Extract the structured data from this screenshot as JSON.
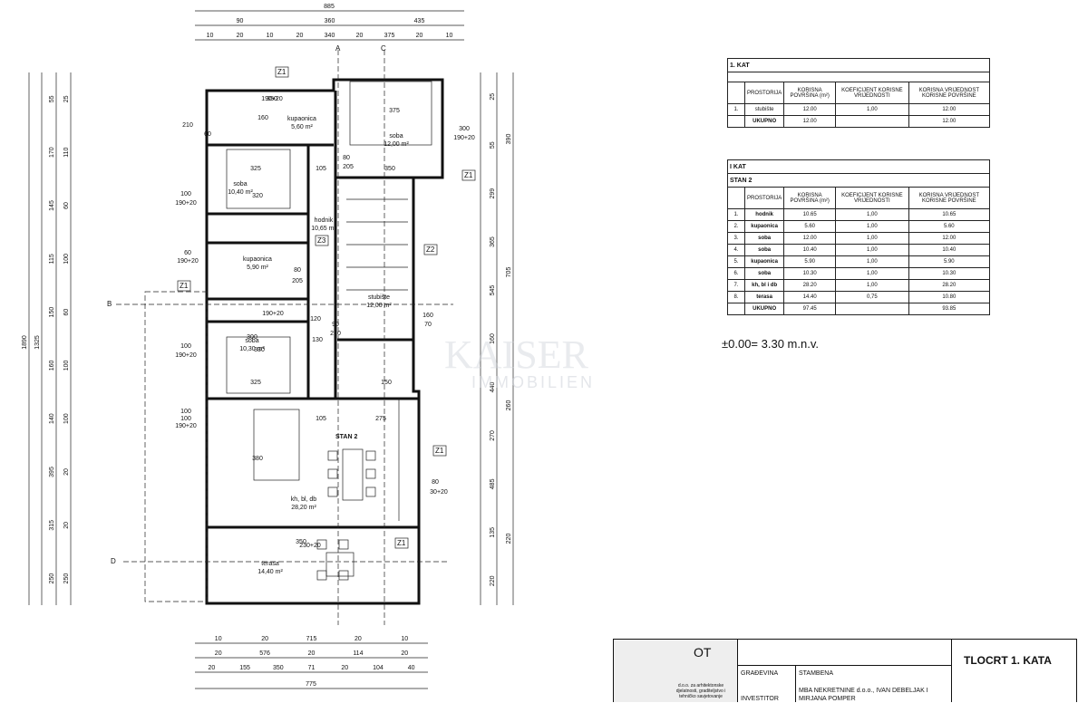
{
  "drawing_title": "TLOCRT 1. KATA",
  "level_note": "±0.00= 3.30 m.n.v.",
  "dims": {
    "top_total": "885",
    "top_row2": [
      "90",
      "360",
      "435"
    ],
    "top_row3": [
      "10",
      "20",
      "10",
      "20",
      "340",
      "20",
      "375",
      "20",
      "10"
    ],
    "bottom_row1": [
      "10",
      "20",
      "715",
      "20",
      "10"
    ],
    "bottom_row2": [
      "20",
      "576",
      "20",
      "114",
      "20"
    ],
    "bottom_row3": [
      "20",
      "155",
      "350",
      "71",
      "20",
      "104",
      "40"
    ],
    "bottom_total": "775",
    "left_total": "1890",
    "left_a": "1325",
    "left_b": [
      "55",
      "170",
      "145",
      "115",
      "150",
      "160",
      "140",
      "395",
      "315",
      "250"
    ],
    "left_c": [
      "25",
      "110",
      "60",
      "100",
      "60",
      "100",
      "100",
      "20",
      "20",
      "250"
    ],
    "right_a": [
      "25",
      "55",
      "299",
      "365",
      "545",
      "160",
      "440",
      "270",
      "485",
      "135",
      "220"
    ],
    "right_b": [
      "390",
      "705",
      "260",
      "220"
    ]
  },
  "rooms": [
    {
      "name": "kupaonica",
      "area": "5,60 m²"
    },
    {
      "name": "soba",
      "area": "12,00 m²"
    },
    {
      "name": "soba",
      "area": "10,40 m²"
    },
    {
      "name": "hodnik",
      "area": "10,65 m²"
    },
    {
      "name": "kupaonica",
      "area": "5,90 m²"
    },
    {
      "name": "stubište",
      "area": "12,00 m²"
    },
    {
      "name": "soba",
      "area": "10,30 m²"
    },
    {
      "name": "kh, bl, db",
      "area": "28,20 m²"
    },
    {
      "name": "terasa",
      "area": "14,40 m²"
    }
  ],
  "apartment_label": "STAN 2",
  "inner_dims": [
    "350",
    "375",
    "300",
    "190+20",
    "325",
    "105",
    "350",
    "80",
    "205",
    "160",
    "320",
    "100",
    "190+20",
    "60",
    "190+20",
    "80",
    "205",
    "120",
    "90",
    "210",
    "130",
    "330",
    "300",
    "325",
    "105",
    "275",
    "150",
    "380",
    "80",
    "30+20",
    "350",
    "230+20",
    "160",
    "70",
    "100",
    "190+20",
    "100",
    "190+20",
    "100",
    "190+20",
    "210",
    "60",
    "190+20"
  ],
  "tags": [
    "Z1",
    "Z1",
    "Z1",
    "Z1",
    "Z1",
    "Z2",
    "Z3"
  ],
  "section_marks": {
    "A": "A",
    "B": "B",
    "C": "C",
    "D": "D"
  },
  "watermark": {
    "line1": "KAISER",
    "line2": "IMMOBILIEN"
  },
  "table1": {
    "title": "1. KAT",
    "headers": [
      "PROSTORIJA",
      "KORISNA POVRŠINA (m²)",
      "KOEFICIJENT KORISNE VRIJEDNOSTI",
      "KORISNA VRIJEDNOST KORISNE POVRŠINE"
    ],
    "rows": [
      [
        "1.",
        "stubište",
        "12.00",
        "1,00",
        "12.00"
      ]
    ],
    "total": [
      "UKUPNO",
      "12.00",
      "",
      "12.00"
    ]
  },
  "table2": {
    "title": "I KAT",
    "subtitle": "STAN 2",
    "headers": [
      "PROSTORIJA",
      "KORISNA POVRŠINA (m²)",
      "KOEFICIJENT KORISNE VRIJEDNOSTI",
      "KORISNA VRIJEDNOST KORISNE POVRŠINE"
    ],
    "rows": [
      [
        "1.",
        "hodnik",
        "10.65",
        "1,00",
        "10.65"
      ],
      [
        "2.",
        "kupaonica",
        "5.60",
        "1,00",
        "5.60"
      ],
      [
        "3.",
        "soba",
        "12.00",
        "1,00",
        "12.00"
      ],
      [
        "4.",
        "soba",
        "10.40",
        "1,00",
        "10.40"
      ],
      [
        "5.",
        "kupaonica",
        "5.90",
        "1,00",
        "5.90"
      ],
      [
        "6.",
        "soba",
        "10.30",
        "1,00",
        "10.30"
      ],
      [
        "7.",
        "kh, bl i db",
        "28.20",
        "1,00",
        "28.20"
      ],
      [
        "8.",
        "terasa",
        "14.40",
        "0,75",
        "10.80"
      ]
    ],
    "total": [
      "UKUPNO",
      "97.45",
      "",
      "93.85"
    ]
  },
  "title_block": {
    "logo": "OT",
    "office": "d.o.o. za arhitektonske djelatnosti, graditeljstvo i tehničko savjetovanje",
    "label_building": "GRAĐEVINA",
    "value_building": "STAMBENA",
    "label_investor": "INVESTITOR",
    "value_investor": "MBA NEKRETNINE d.o.o., IVAN DEBELJAK I MIRJANA POMPER"
  }
}
